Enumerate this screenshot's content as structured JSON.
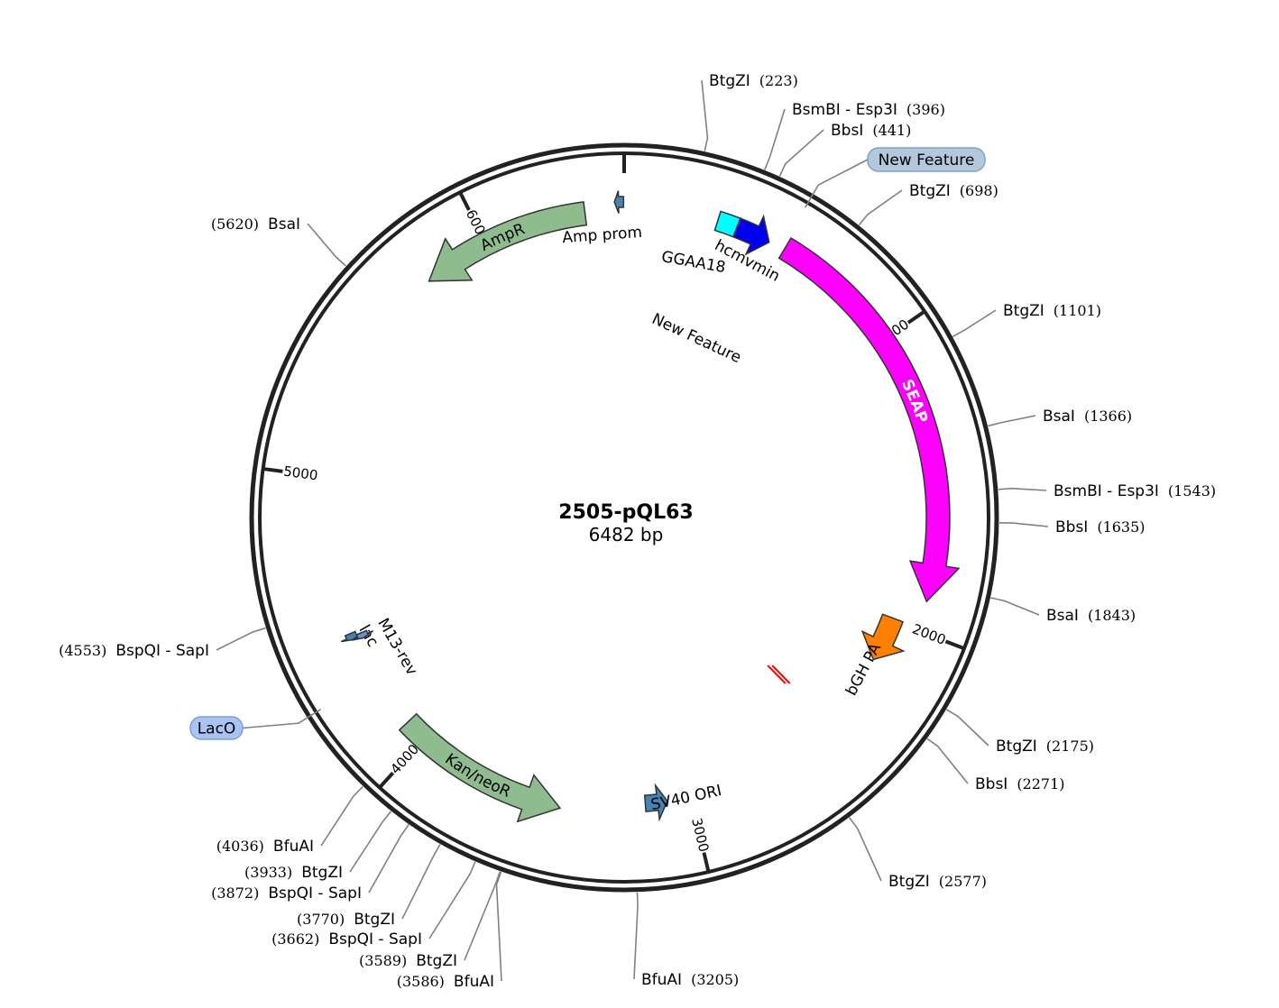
{
  "plasmid": {
    "name": "2505-pQL63",
    "size_label": "6482 bp",
    "length_bp": 6482
  },
  "ticks": [
    {
      "bp": 0,
      "label": ""
    },
    {
      "bp": 1000,
      "label": "1000"
    },
    {
      "bp": 2000,
      "label": "2000"
    },
    {
      "bp": 3000,
      "label": "3000"
    },
    {
      "bp": 4000,
      "label": "4000"
    },
    {
      "bp": 5000,
      "label": "5000"
    },
    {
      "bp": 6000,
      "label": "6000"
    }
  ],
  "sites": [
    {
      "name": "BtgZI",
      "pos": "(223)",
      "bp": 223
    },
    {
      "name": "BsmBI - Esp3I",
      "pos": "(396)",
      "bp": 396
    },
    {
      "name": "BbsI",
      "pos": "(441)",
      "bp": 441
    },
    {
      "name": "BtgZI",
      "pos": "(698)",
      "bp": 698
    },
    {
      "name": "BtgZI",
      "pos": "(1101)",
      "bp": 1101
    },
    {
      "name": "BsaI",
      "pos": "(1366)",
      "bp": 1366
    },
    {
      "name": "BsmBI - Esp3I",
      "pos": "(1543)",
      "bp": 1543
    },
    {
      "name": "BbsI",
      "pos": "(1635)",
      "bp": 1635
    },
    {
      "name": "BsaI",
      "pos": "(1843)",
      "bp": 1843
    },
    {
      "name": "BtgZI",
      "pos": "(2175)",
      "bp": 2175
    },
    {
      "name": "BbsI",
      "pos": "(2271)",
      "bp": 2271
    },
    {
      "name": "BtgZI",
      "pos": "(2577)",
      "bp": 2577
    },
    {
      "name": "BfuAI",
      "pos": "(3205)",
      "bp": 3205
    },
    {
      "name": "BfuAI",
      "pos": "(3586)",
      "bp": 3586
    },
    {
      "name": "BtgZI",
      "pos": "(3589)",
      "bp": 3589
    },
    {
      "name": "BspQI - SapI",
      "pos": "(3662)",
      "bp": 3662
    },
    {
      "name": "BtgZI",
      "pos": "(3770)",
      "bp": 3770
    },
    {
      "name": "BspQI - SapI",
      "pos": "(3872)",
      "bp": 3872
    },
    {
      "name": "BtgZI",
      "pos": "(3933)",
      "bp": 3933
    },
    {
      "name": "BfuAI",
      "pos": "(4036)",
      "bp": 4036
    },
    {
      "name": "BspQI - SapI",
      "pos": "(4553)",
      "bp": 4553
    },
    {
      "name": "BsaI",
      "pos": "(5620)",
      "bp": 5620
    }
  ],
  "pills": [
    {
      "name": "New Feature",
      "bp": 545,
      "color": "#b4c8dc"
    },
    {
      "name": "LacO",
      "bp": 4280,
      "color": "#a9c4f2"
    }
  ],
  "features": [
    {
      "name": "SEAP",
      "start": 555,
      "end": 1900,
      "direction": "forward",
      "color": "#ff00ff",
      "label_inside": true
    },
    {
      "name": "AmpR",
      "start": 5770,
      "end": 6350,
      "direction": "reverse",
      "color": "#8fbc8f",
      "label_inside": true
    },
    {
      "name": "Kan/neoR",
      "start": 3465,
      "end": 4080,
      "direction": "reverse",
      "color": "#8fbc8f",
      "label_inside": true
    },
    {
      "name": "bGH PA",
      "start": 1990,
      "end": 2155,
      "direction": "forward",
      "color": "#ff8000",
      "label_inside": false
    },
    {
      "name": "hcmvmin",
      "start": 382,
      "end": 500,
      "direction": "forward",
      "color": "#0000ee",
      "label_inside": false
    },
    {
      "name": "GGAA18",
      "start": 315,
      "end": 382,
      "direction": "none",
      "color": "#00ffff",
      "label_inside": false
    },
    {
      "name": "SV40 ORI",
      "start": 3085,
      "end": 3165,
      "direction": "reverse",
      "color": "#4682b4",
      "label_inside": false
    },
    {
      "name": "Amp prom",
      "start": 6450,
      "end": 6480,
      "direction": "reverse",
      "color": "#4682b4",
      "label_inside": false
    },
    {
      "name": "lac",
      "start": 4425,
      "end": 4448,
      "direction": "reverse",
      "color": "#4682b4",
      "label_inside": false
    },
    {
      "name": "M13-rev",
      "start": 4415,
      "end": 4435,
      "direction": "reverse",
      "color": "#6a8fd8",
      "label_inside": false
    },
    {
      "name": "New Feature",
      "start": 2440,
      "end": 2450,
      "direction": "none",
      "color": "#ff0000",
      "label_inside": false
    }
  ],
  "colors": {
    "backbone": "#222222",
    "leader_line": "#808080",
    "feature_stroke": "#333333"
  }
}
